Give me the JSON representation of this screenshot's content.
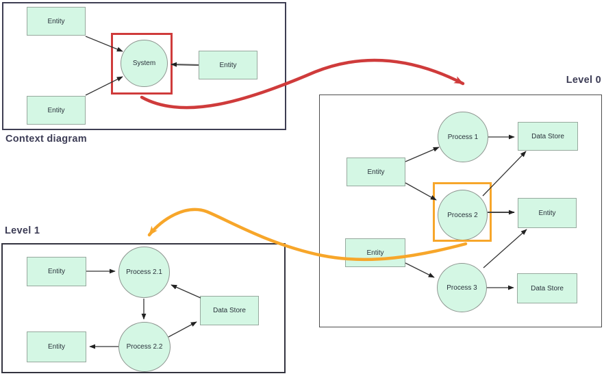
{
  "titles": {
    "context": "Context diagram",
    "level0": "Level 0",
    "level1": "Level 1"
  },
  "context": {
    "entity_top": "Entity",
    "entity_bottom": "Entity",
    "entity_right": "Entity",
    "system": "System"
  },
  "level0": {
    "entity_top": "Entity",
    "entity_bottom": "Entity",
    "entity_right": "Entity",
    "process1": "Process 1",
    "process2": "Process 2",
    "process3": "Process 3",
    "datastore_top": "Data Store",
    "datastore_bottom": "Data Store"
  },
  "level1": {
    "entity_top": "Entity",
    "entity_bottom": "Entity",
    "process21": "Process 2.1",
    "process22": "Process 2.2",
    "datastore": "Data Store"
  },
  "colors": {
    "shape_fill": "#d4f7e4",
    "shape_border": "#96a89d",
    "highlight_red": "#cf3b3b",
    "highlight_orange": "#f7a62a",
    "connector": "#333333",
    "panel_border": "#3d3d52",
    "title_text": "#3c3c55"
  }
}
